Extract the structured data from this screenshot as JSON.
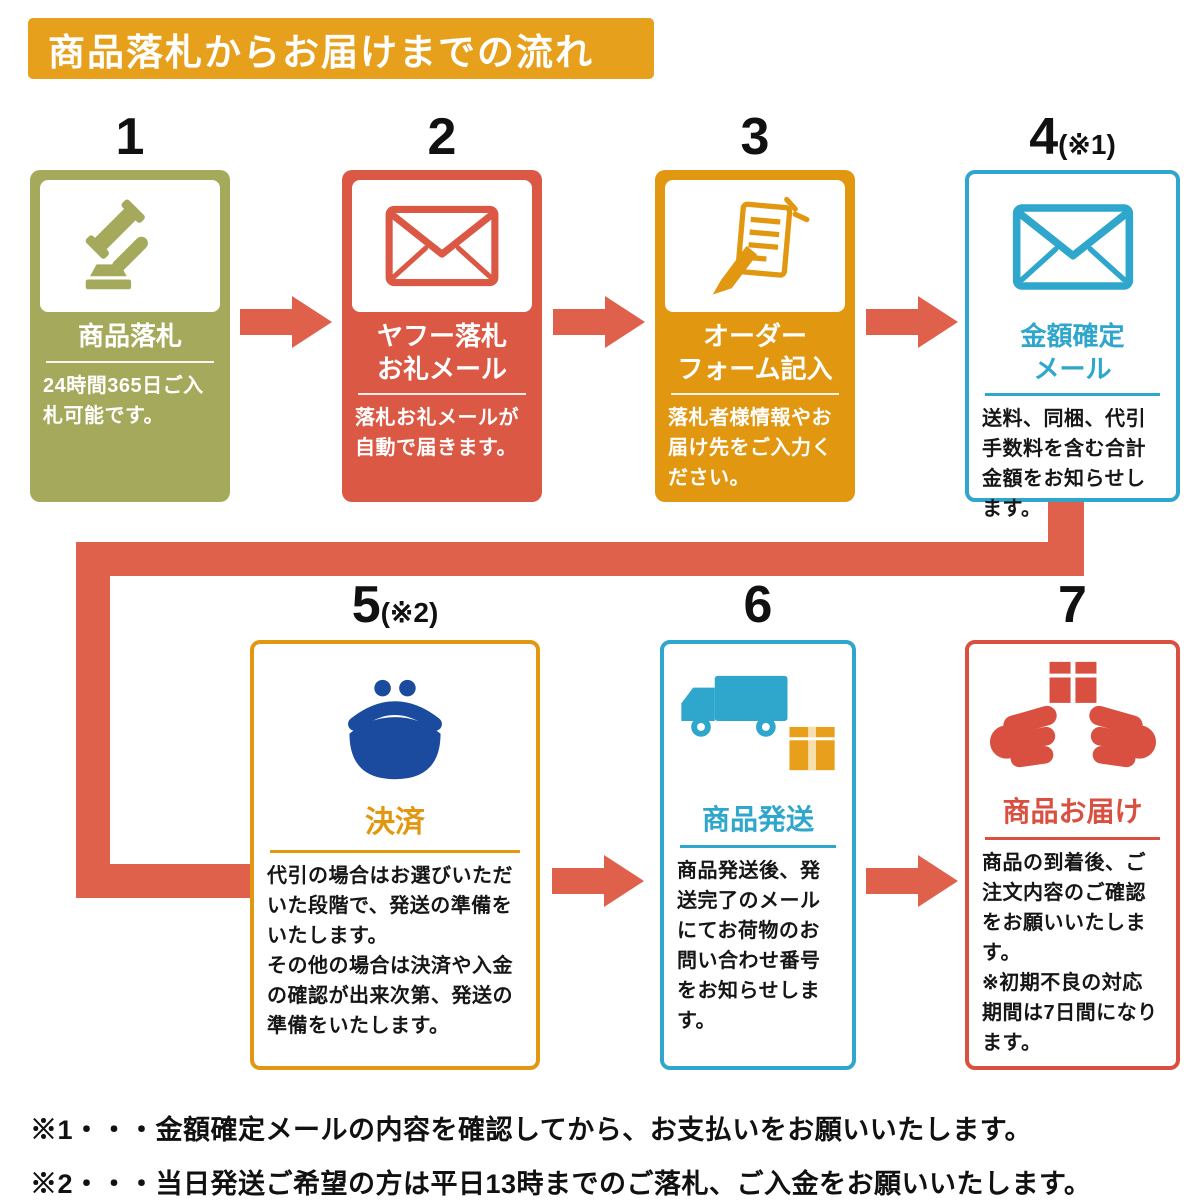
{
  "header": {
    "title": "商品落札からお届けまでの流れ",
    "bg_color": "#E7A01B",
    "text_color": "#FFFFFF"
  },
  "colors": {
    "olive": "#A5A95C",
    "red": "#DB5844",
    "orange": "#E29710",
    "blue": "#2FA6CB",
    "navy": "#1A4B9E",
    "delivery_red": "#D94F40",
    "arrow": "#E0614B",
    "package_orange": "#E8A01C",
    "number_text": "#111111",
    "body_text_dark": "#161616",
    "body_text_light": "#FFFFFF"
  },
  "steps": [
    {
      "number": "1",
      "number_suffix": "",
      "icon": "gavel-icon",
      "title": "商品落札",
      "body": "24時間365日ご入札可能です。"
    },
    {
      "number": "2",
      "number_suffix": "",
      "icon": "mail-icon",
      "title": "ヤフー落札\nお礼メール",
      "body": "落札お礼メールが自動で届きます。"
    },
    {
      "number": "3",
      "number_suffix": "",
      "icon": "order-form-icon",
      "title": "オーダー\nフォーム記入",
      "body": "落札者様情報やお届け先をご入力ください。"
    },
    {
      "number": "4",
      "number_suffix": "(※1)",
      "icon": "mail-icon",
      "title": "金額確定\nメール",
      "body": "送料、同梱、代引手数料を含む合計金額をお知らせします。"
    },
    {
      "number": "5",
      "number_suffix": "(※2)",
      "icon": "coin-purse-icon",
      "title": "決済",
      "body": "代引の場合はお選びいただいた段階で、発送の準備をいたします。\nその他の場合は決済や入金の確認が出来次第、発送の準備をいたします。"
    },
    {
      "number": "6",
      "number_suffix": "",
      "icon": "delivery-truck-icon",
      "title": "商品発送",
      "body": "商品発送後、発送完了のメールにてお荷物のお問い合わせ番号をお知らせします。"
    },
    {
      "number": "7",
      "number_suffix": "",
      "icon": "hands-package-icon",
      "title": "商品お届け",
      "body": "商品の到着後、ご注文内容のご確認をお願いいたします。\n※初期不良の対応期間は7日間になります。"
    }
  ],
  "notes": [
    "※1・・・金額確定メールの内容を確認してから、お支払いをお願いいたします。",
    "※2・・・当日発送ご希望の方は平日13時までのご落札、ご入金をお願いいたします。"
  ]
}
